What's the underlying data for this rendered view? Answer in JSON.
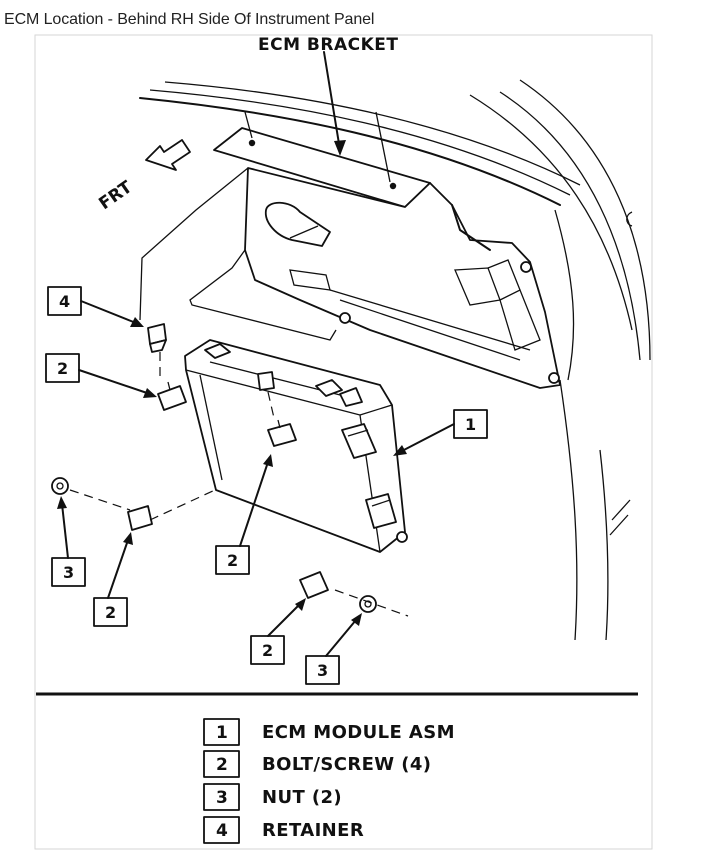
{
  "caption": "ECM Location - Behind RH Side Of Instrument Panel",
  "diagram": {
    "bracket_label": "ECM BRACKET",
    "front_label": "FRT",
    "callouts": [
      {
        "id": "callout-4-retainer",
        "num": "4"
      },
      {
        "id": "callout-2-upper-left",
        "num": "2"
      },
      {
        "id": "callout-3-left-nut",
        "num": "3"
      },
      {
        "id": "callout-2-lower-left",
        "num": "2"
      },
      {
        "id": "callout-2-center",
        "num": "2"
      },
      {
        "id": "callout-1-ecm",
        "num": "1"
      },
      {
        "id": "callout-2-bottom",
        "num": "2"
      },
      {
        "id": "callout-3-bottom-nut",
        "num": "3"
      }
    ]
  },
  "legend": [
    {
      "num": "1",
      "text": "ECM MODULE ASM"
    },
    {
      "num": "2",
      "text": "BOLT/SCREW (4)"
    },
    {
      "num": "3",
      "text": "NUT (2)"
    },
    {
      "num": "4",
      "text": "RETAINER"
    }
  ]
}
